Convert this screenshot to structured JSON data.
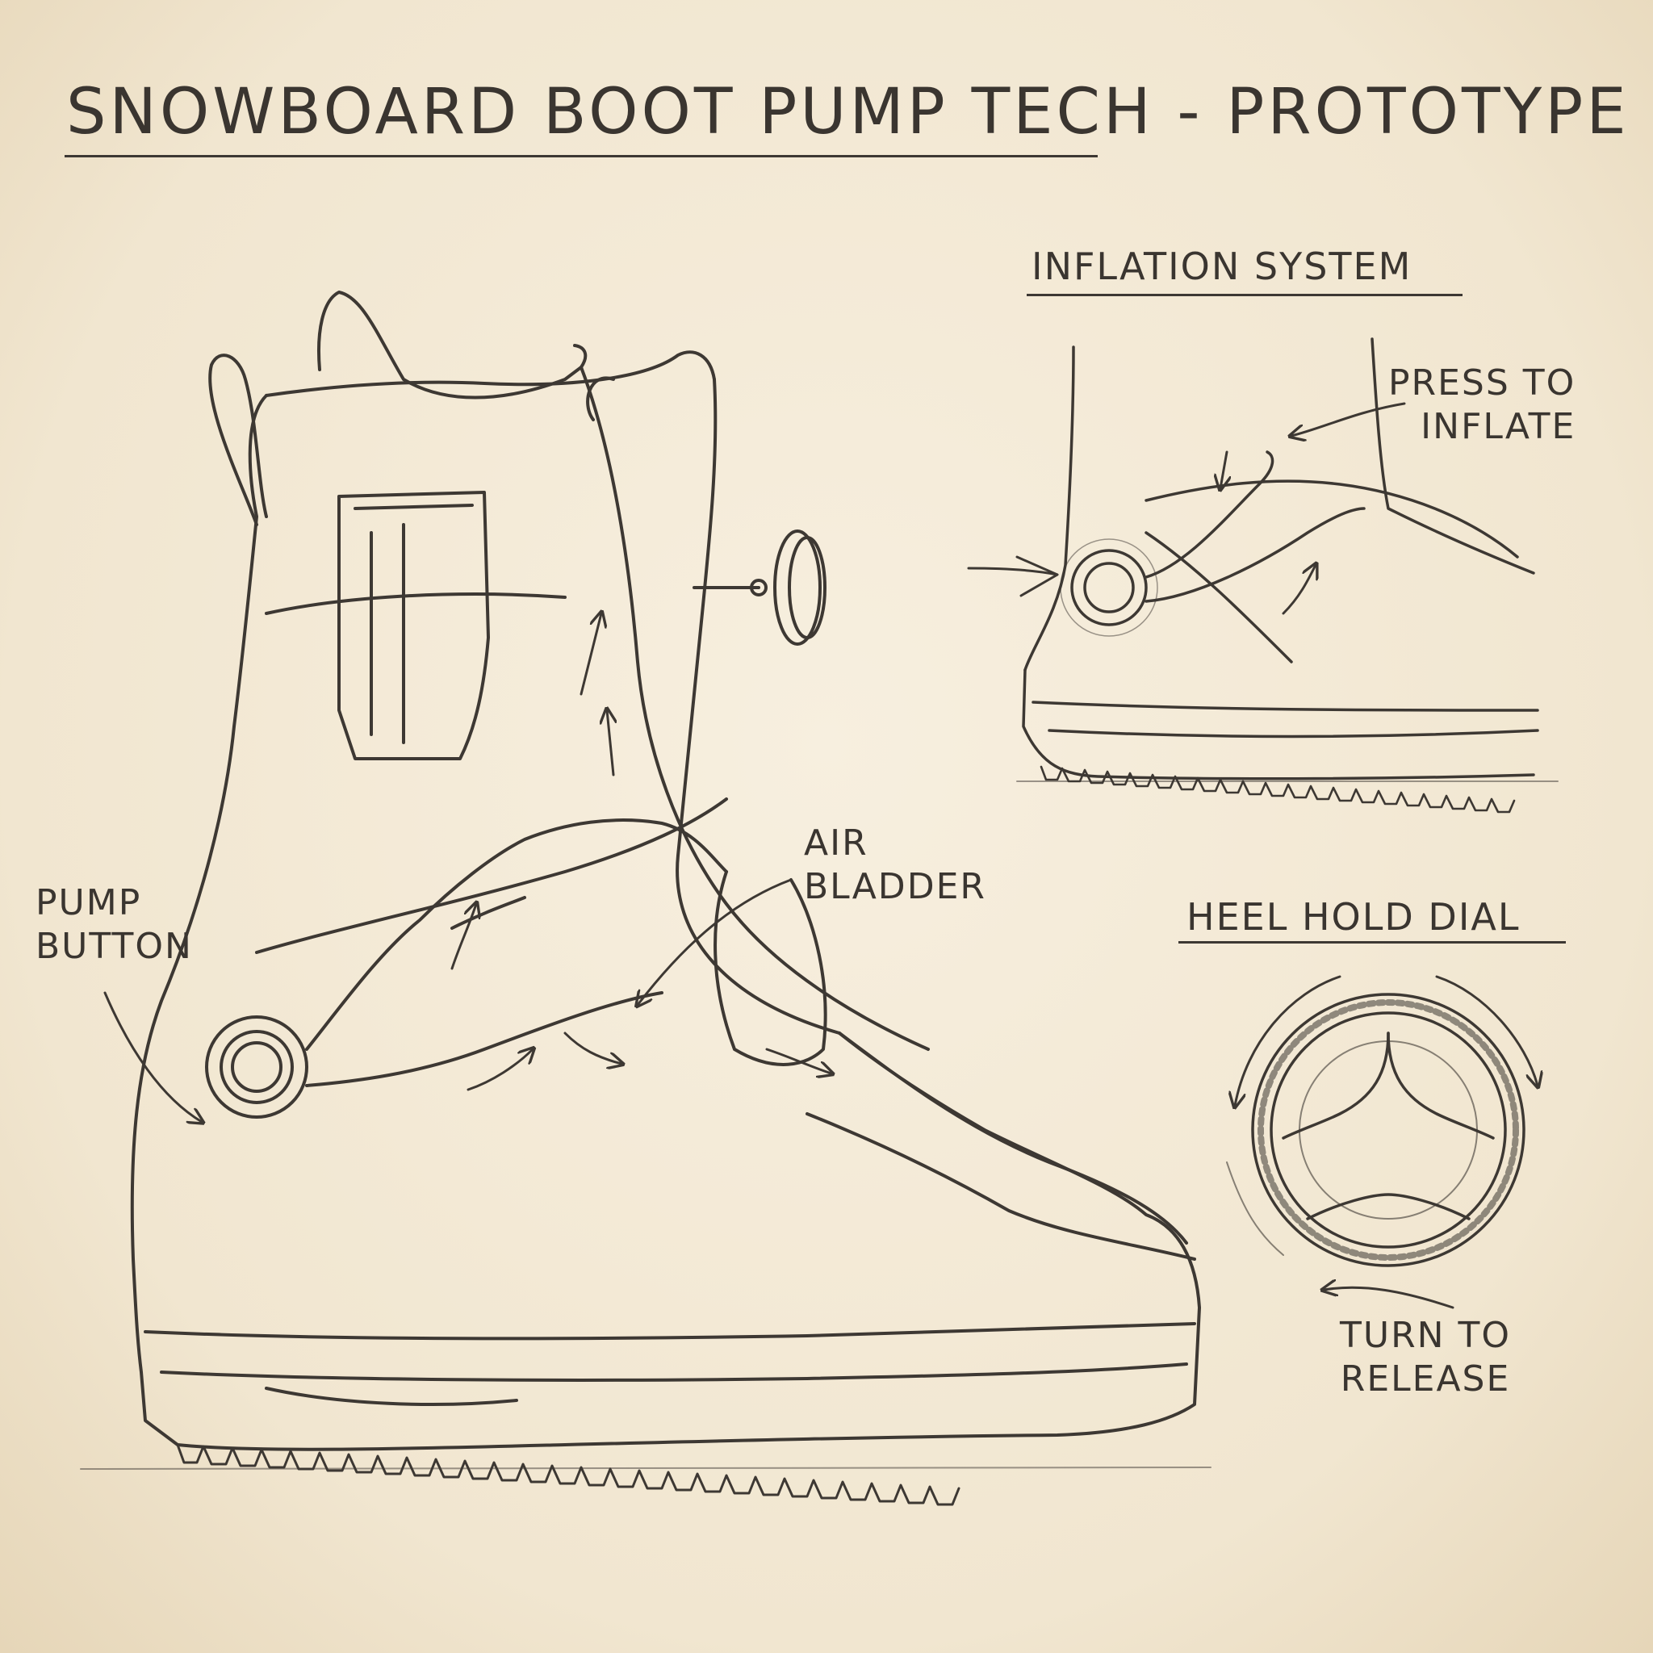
{
  "title": "SNOWBOARD BOOT PUMP TECH - PROTOTYPE",
  "sections": {
    "inflation_system": "INFLATION SYSTEM",
    "heel_hold_dial": "HEEL HOLD DIAL"
  },
  "callouts": {
    "pump_button": [
      "PUMP",
      "BUTTON"
    ],
    "air_bladder": [
      "AIR",
      "BLADDER"
    ],
    "press_to_inflate": [
      "PRESS TO",
      "INFLATE"
    ],
    "turn_to_release": [
      "TURN TO",
      "RELEASE"
    ]
  },
  "colors": {
    "paper": "#f3ead8",
    "ink": "#3a3530"
  }
}
